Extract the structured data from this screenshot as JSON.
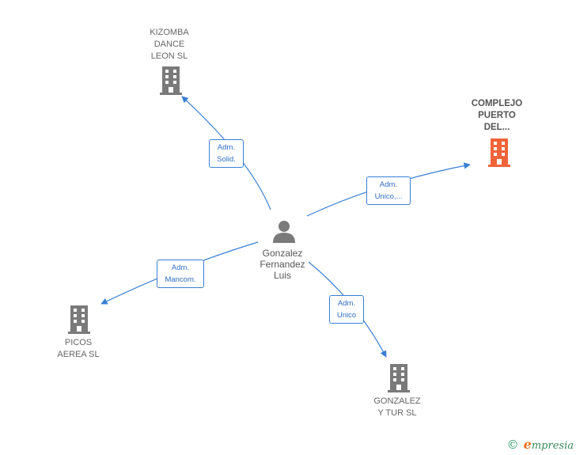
{
  "colors": {
    "edge": "#3a7fd5",
    "company": "#7a7a7a",
    "highlight_company": "#f0643a",
    "person": "#7a7a7a"
  },
  "person": {
    "name": "Gonzalez\nFernandez\nLuis",
    "icon": "person-icon"
  },
  "companies": [
    {
      "id": "kizomba",
      "name": "KIZOMBA\nDANCE\nLEON  SL",
      "icon": "building-icon",
      "highlight": false
    },
    {
      "id": "complejo",
      "name": "COMPLEJO\nPUERTO\nDEL...",
      "icon": "building-icon",
      "highlight": true
    },
    {
      "id": "picos",
      "name": "PICOS\nAEREA  SL",
      "icon": "building-icon",
      "highlight": false
    },
    {
      "id": "gonzalez",
      "name": "GONZALEZ\nY TUR SL",
      "icon": "building-icon",
      "highlight": false
    }
  ],
  "edges": [
    {
      "to": "kizomba",
      "label": "Adm.\nSolid."
    },
    {
      "to": "complejo",
      "label": "Adm.\nUnico,..."
    },
    {
      "to": "picos",
      "label": "Adm.\nMancom."
    },
    {
      "to": "gonzalez",
      "label": "Adm.\nUnico"
    }
  ],
  "footer": {
    "copyright_symbol": "©",
    "brand_initial": "e",
    "brand_rest": "mpresia"
  }
}
